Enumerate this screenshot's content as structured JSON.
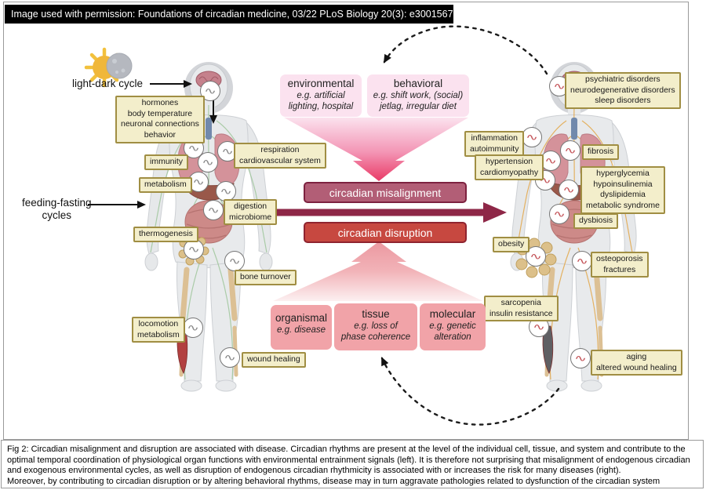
{
  "banner": {
    "text": "Image used with permission: Foundations of circadian medicine, 03/22 PLoS Biology 20(3): e3001567"
  },
  "icons": {
    "rhythm_wave": "∿",
    "sun_moon": "sun-moon-light-dark-icon"
  },
  "left_panel": {
    "light_dark_cycle_label": "light-dark cycle",
    "feeding_fasting_label": [
      "feeding-fasting",
      "cycles"
    ],
    "organ_labels": {
      "brain_functions": [
        "hormones",
        "body temperature",
        "neuronal connections",
        "behavior"
      ],
      "immunity": [
        "immunity"
      ],
      "respiration": [
        "respiration",
        "cardiovascular system"
      ],
      "metabolism": [
        "metabolism"
      ],
      "digestion": [
        "digestion",
        "microbiome"
      ],
      "thermogenesis": [
        "thermogenesis"
      ],
      "bone_turnover": [
        "bone turnover"
      ],
      "locomotion": [
        "locomotion",
        "metabolism"
      ],
      "wound_healing": [
        "wound healing"
      ]
    }
  },
  "right_panel": {
    "disease_labels": {
      "neuro": [
        "psychiatric disorders",
        "neurodegenerative disorders",
        "sleep disorders"
      ],
      "inflammation": [
        "inflammation",
        "autoimmunity"
      ],
      "fibrosis": [
        "fibrosis"
      ],
      "hypertension": [
        "hypertension",
        "cardiomyopathy"
      ],
      "metabolic": [
        "hyperglycemia",
        "hypoinsulinemia",
        "dyslipidemia",
        "metabolic syndrome"
      ],
      "dysbiosis": [
        "dysbiosis"
      ],
      "obesity": [
        "obesity"
      ],
      "osteoporosis": [
        "osteoporosis",
        "fractures"
      ],
      "sarcopenia": [
        "sarcopenia",
        "insulin resistance"
      ],
      "aging": [
        "aging",
        "altered wound healing"
      ]
    }
  },
  "center": {
    "environmental": {
      "title": "environmental",
      "example": [
        "e.g. artificial",
        "lighting, hospital"
      ]
    },
    "behavioral": {
      "title": "behavioral",
      "example": [
        "e.g. shift work, (social)",
        "jetlag, irregular diet"
      ]
    },
    "misalignment": "circadian misalignment",
    "disruption": "circadian disruption",
    "organismal": {
      "title": "organismal",
      "example": [
        "e.g. disease"
      ]
    },
    "tissue": {
      "title": "tissue",
      "example": [
        "e.g. loss of",
        "phase coherence"
      ]
    },
    "molecular": {
      "title": "molecular",
      "example": [
        "e.g. genetic",
        "alteration"
      ]
    }
  },
  "caption": {
    "p1": "Fig 2: Circadian misalignment and disruption are associated with disease. Circadian rhythms are present at the level of the individual cell, tissue, and system and contribute to the optimal temporal coordination of physiological organ functions with environmental entrainment signals (left). It is therefore not surprising that misalignment of endogenous circadian and exogenous environmental cycles, as well as disruption of endogenous circadian rhythmicity is associated with or increases the risk for many diseases (right).",
    "p2": "Moreover, by contributing to circadian disruption or by altering behavioral rhythms, disease may in turn aggravate pathologies related to dysfunction of the circadian system"
  },
  "colors": {
    "banner_bg": "#000000",
    "banner_text": "#ffffff",
    "label_bg": "#f3eecb",
    "label_border": "#a08e43",
    "cause_box_bg": "#fbe2ef",
    "consequence_box_bg": "#f1a3a8",
    "misalignment_bg": "#b25e76",
    "disruption_bg": "#c74840",
    "main_arrow": "#8e2747",
    "left_nerves": "#9bc497",
    "right_nerves": "#e3a33f",
    "left_rhythm_wave": "#8a8a8a",
    "right_rhythm_wave": "#c4555a"
  }
}
